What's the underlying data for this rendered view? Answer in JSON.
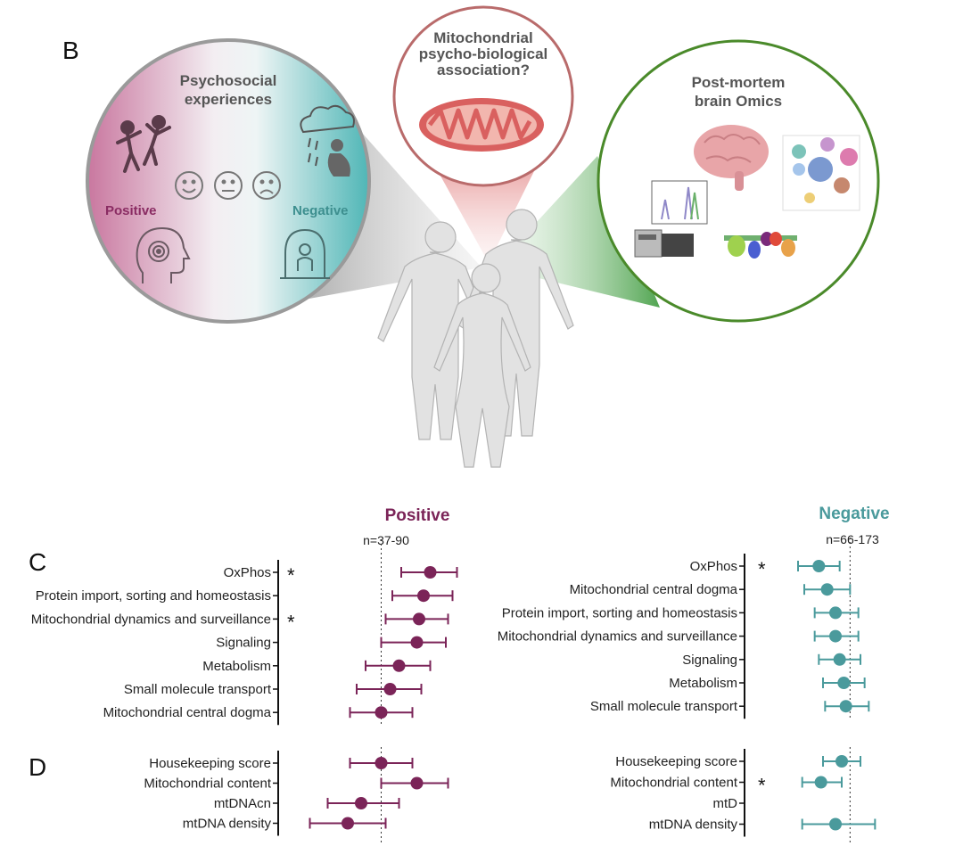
{
  "panels": {
    "b": "B",
    "c": "C",
    "d": "D"
  },
  "panel_b": {
    "left_bubble": {
      "title": "Psychosocial experiences",
      "positive": "Positive",
      "negative": "Negative"
    },
    "center_bubble": {
      "title": "Mitochondrial psycho-biological association?"
    },
    "right_bubble": {
      "title": "Post-mortem brain Omics"
    }
  },
  "colors": {
    "positive": "#7b2458",
    "negative": "#4a9a9c",
    "positive_light": "#c98fb1",
    "negative_light": "#7fc6c6"
  },
  "chart_data": [
    {
      "type": "scatter",
      "subtype": "forest-plot",
      "title": "Positive",
      "subtitle": "n=37-90",
      "color": "#7b2458",
      "panel": "C",
      "categories": [
        "OxPhos",
        "Protein import, sorting and homeostasis",
        "Mitochondrial dynamics and surveillance",
        "Signaling",
        "Metabolism",
        "Small molecule transport",
        "Mitochondrial central dogma"
      ],
      "values": [
        0.22,
        0.19,
        0.17,
        0.16,
        0.08,
        0.04,
        0.0
      ],
      "ci_low": [
        0.09,
        0.05,
        0.02,
        0.0,
        -0.07,
        -0.11,
        -0.14
      ],
      "ci_high": [
        0.34,
        0.32,
        0.3,
        0.29,
        0.22,
        0.18,
        0.14
      ],
      "significant": [
        true,
        false,
        true,
        false,
        false,
        false,
        false
      ],
      "significance_mark": "*",
      "reference_line": 0,
      "xlim": [
        -0.35,
        0.45
      ]
    },
    {
      "type": "scatter",
      "subtype": "forest-plot",
      "title": "Negative",
      "subtitle": "n=66-173",
      "color": "#4a9a9c",
      "panel": "C",
      "categories": [
        "OxPhos",
        "Mitochondrial central dogma",
        "Protein import, sorting and homeostasis",
        "Mitochondrial dynamics and surveillance",
        "Signaling",
        "Metabolism",
        "Small molecule transport"
      ],
      "values": [
        -0.15,
        -0.11,
        -0.07,
        -0.07,
        -0.05,
        -0.03,
        -0.02
      ],
      "ci_low": [
        -0.25,
        -0.22,
        -0.17,
        -0.17,
        -0.15,
        -0.13,
        -0.12
      ],
      "ci_high": [
        -0.05,
        0.0,
        0.04,
        0.04,
        0.05,
        0.07,
        0.09
      ],
      "significant": [
        true,
        false,
        false,
        false,
        false,
        false,
        false
      ],
      "significance_mark": "*",
      "reference_line": 0,
      "xlim": [
        -0.4,
        0.2
      ]
    },
    {
      "type": "scatter",
      "subtype": "forest-plot",
      "panel": "D",
      "color": "#7b2458",
      "categories": [
        "Housekeeping score",
        "Mitochondrial content",
        "mtDNAcn",
        "mtDNA density"
      ],
      "values": [
        0.0,
        0.16,
        -0.09,
        -0.15
      ],
      "ci_low": [
        -0.14,
        0.0,
        -0.24,
        -0.32
      ],
      "ci_high": [
        0.14,
        0.3,
        0.08,
        0.02
      ],
      "significant": [
        false,
        false,
        false,
        false
      ],
      "reference_line": 0,
      "xlim": [
        -0.35,
        0.45
      ]
    },
    {
      "type": "scatter",
      "subtype": "forest-plot",
      "panel": "D",
      "color": "#4a9a9c",
      "categories": [
        "Housekeeping score",
        "Mitochondrial content",
        "mtD",
        "mtDNA density"
      ],
      "values": [
        -0.04,
        -0.14,
        null,
        -0.07
      ],
      "ci_low": [
        -0.13,
        -0.23,
        null,
        -0.23
      ],
      "ci_high": [
        0.05,
        -0.04,
        null,
        0.12
      ],
      "significant": [
        false,
        true,
        false,
        false
      ],
      "significance_mark": "*",
      "reference_line": 0,
      "xlim": [
        -0.4,
        0.2
      ]
    }
  ]
}
